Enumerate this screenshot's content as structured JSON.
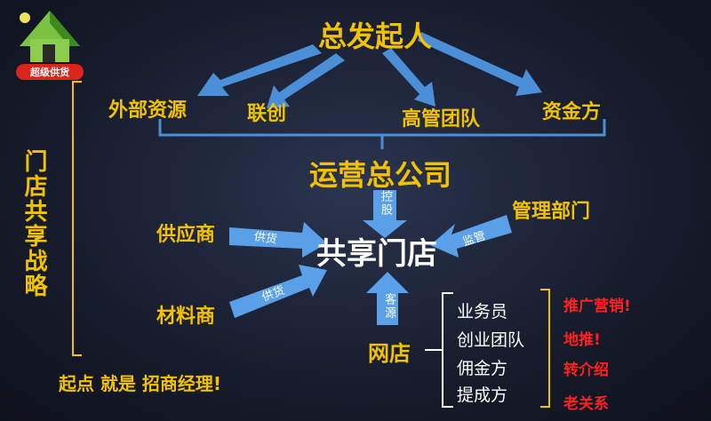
{
  "logo": {
    "text": "超级供货"
  },
  "side_title": "门店共享战略",
  "founder": "总发起人",
  "partners": [
    "外部资源",
    "联创",
    "高管团队",
    "资金方"
  ],
  "hq": "运营总公司",
  "hq_link": "控股",
  "store": "共享门店",
  "supplier": "供应商",
  "supplier_link": "供货",
  "material": "材料商",
  "material_link": "供货",
  "mgmt": "管理部门",
  "mgmt_link": "监管",
  "online": "网店",
  "online_link": "客源",
  "channels": [
    "业务员",
    "创业团队",
    "佣金方",
    "提成方"
  ],
  "methods": [
    "推广营销!",
    "地推!",
    "转介绍",
    "老关系"
  ],
  "bottom": "起点 就是 招商经理!",
  "colors": {
    "accent": "#f2c200",
    "arrow": "#4a8fd8",
    "red": "#ff2020"
  }
}
